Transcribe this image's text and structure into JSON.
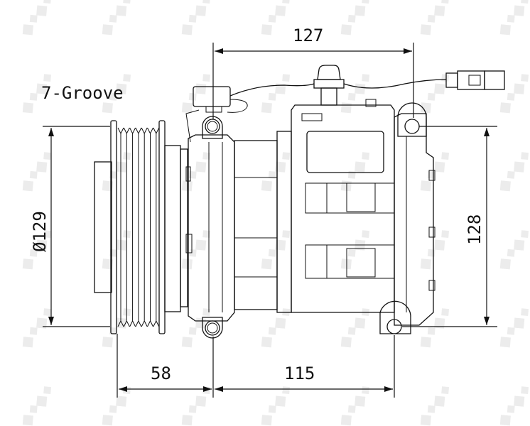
{
  "watermark": "NRF",
  "labels": {
    "groove": "7-Groove",
    "width_top": "127",
    "pulley_diameter": "Ø129",
    "height_right": "128",
    "offset_bottom_left": "58",
    "width_bottom": "115"
  },
  "colors": {
    "line": "#111111",
    "watermark": "#e6e6e6",
    "background": "#ffffff"
  }
}
